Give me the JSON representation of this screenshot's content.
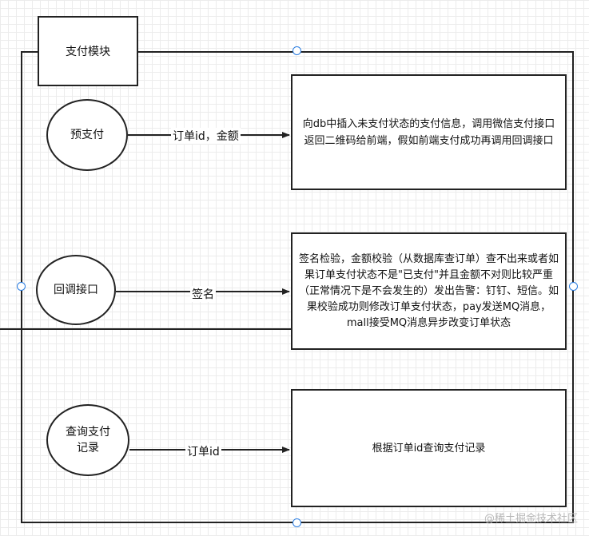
{
  "module": {
    "title": "支付模块"
  },
  "nodes": [
    {
      "id": "prepay",
      "label": "预支付"
    },
    {
      "id": "callback",
      "label": "回调接口"
    },
    {
      "id": "query",
      "label": "查询支付记录"
    }
  ],
  "edges": [
    {
      "from": "prepay",
      "label": "订单id，金额"
    },
    {
      "from": "callback",
      "label": "签名"
    },
    {
      "from": "query",
      "label": "订单id"
    }
  ],
  "boxes": [
    {
      "id": "prepay",
      "text": "向db中插入未支付状态的支付信息，调用微信支付接口返回二维码给前端，假如前端支付成功再调用回调接口"
    },
    {
      "id": "callback",
      "text": "签名检验，金额校验（从数据库查订单）查不出来或者如果订单支付状态不是\"已支付\"并且金额不对则比较严重（正常情况下是不会发生的）发出告警：钉钉、短信。如果校验成功则修改订单支付状态，pay发送MQ消息，mall接受MQ消息异步改变订单状态"
    },
    {
      "id": "query",
      "text": "根据订单id查询支付记录"
    }
  ],
  "watermark": "@稀土掘金技术社区",
  "colors": {
    "line": "#222222",
    "handle": "#2a7de1",
    "grid": "#ececec"
  }
}
